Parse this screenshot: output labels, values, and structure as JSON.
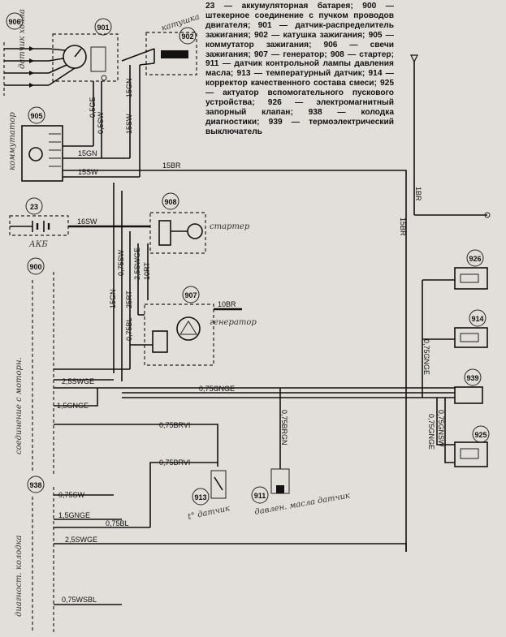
{
  "legend": "23 — аккумуляторная батарея; 900 — штекерное соединение с пучком проводов двигателя; 901 — датчик-распределитель зажигания; 902 — катушка зажигания; 905 — коммутатор зажигания; 906 — свечи зажигания; 907 — генератор; 908 — стартер; 911 — датчик контрольной лампы давления масла; 913 — температурный датчик; 914 — корректор качественного состава смеси; 925 — актуатор вспомогательного пускового устройства; 926 — электромагнитный запорный клапан; 938 — колодка диагностики; 939 — термоэлектрический выключатель",
  "components": {
    "c906": "906",
    "c901": "901",
    "c902": "902",
    "c905": "905",
    "c23": "23",
    "c908": "908",
    "c900": "900",
    "c907": "907",
    "c926": "926",
    "c914": "914",
    "c939": "939",
    "c925": "925",
    "c938": "938",
    "c913": "913",
    "c911": "911"
  },
  "wires": {
    "w15GN_a": "15GN",
    "w15SW_a": "15SW",
    "w05GE": "0,5GE",
    "w05SW": "0,5SW",
    "w15GN_b": "15GN",
    "w15SW_b": "15SW",
    "w15BR_h": "15BR",
    "w16SW": "16SW",
    "w1BR": "1BR",
    "w15BR_v": "15BR",
    "w10RT": "10RT",
    "w255WGE": "2,5SWGE",
    "w075SW": "0,75SW",
    "w25RT": "25RT",
    "w15GN_c": "15GN",
    "w10BR": "10BR",
    "w075BL_v": "0,75BL",
    "w25SWGE_1": "2,5SWGE",
    "w15GNGE_1": "1,5GNGE",
    "w075GNGE": "0,75GNGE",
    "w075BRGN": "0,75BRGN",
    "w075BRVI_1": "0,75BRVI",
    "w075BRVI_2": "0,75BRVI",
    "w075GNGE_v": "0,75GNGE",
    "w075GNSW": "0,75GNSW",
    "w075GNGE_v2": "0,75GNGE",
    "w075SW_d": "0,75SW",
    "w15GNGE_d": "1,5GNGE",
    "w075BL_d": "0,75BL",
    "w25SWGE_d": "2,5SWGE",
    "w075WSBL": "0,75WSBL"
  },
  "notes": {
    "n_sensor": "датчик холла",
    "n_coil": "катушка",
    "n_comm": "коммутатор",
    "n_batt": "АКБ",
    "n_starter": "стартер",
    "n_gen": "генератор",
    "n_plug": "соединение с моторн.",
    "n_temp": "t° датчик",
    "n_oil": "давлен. масла датчик",
    "n_diag": "диагност. колодка"
  }
}
